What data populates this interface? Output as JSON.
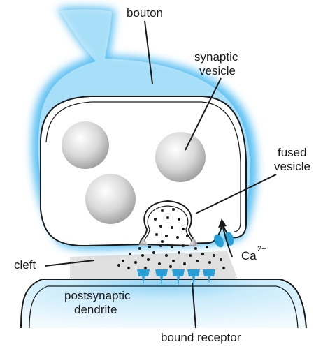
{
  "labels": {
    "bouton": "bouton",
    "synaptic_vesicle_line1": "synaptic",
    "synaptic_vesicle_line2": "vesicle",
    "fused_vesicle_line1": "fused",
    "fused_vesicle_line2": "vesicle",
    "calcium_base": "Ca",
    "calcium_charge": "2+",
    "cleft": "cleft",
    "postsynaptic_line1": "postsynaptic",
    "postsynaptic_line2": "dendrite",
    "bound_receptor": "bound receptor"
  },
  "colors": {
    "membrane_glow": "#3fb6f0",
    "membrane_glow_light": "#d9f1fc",
    "membrane_line": "#1a1a1a",
    "vesicle": "#d6d6d6",
    "cleft": "#e0e0e0",
    "receptor": "#2a9fd6",
    "transmitter_dot": "#1a1a1a"
  },
  "icons": {
    "calcium_arrow": "curved-arrow-icon"
  }
}
